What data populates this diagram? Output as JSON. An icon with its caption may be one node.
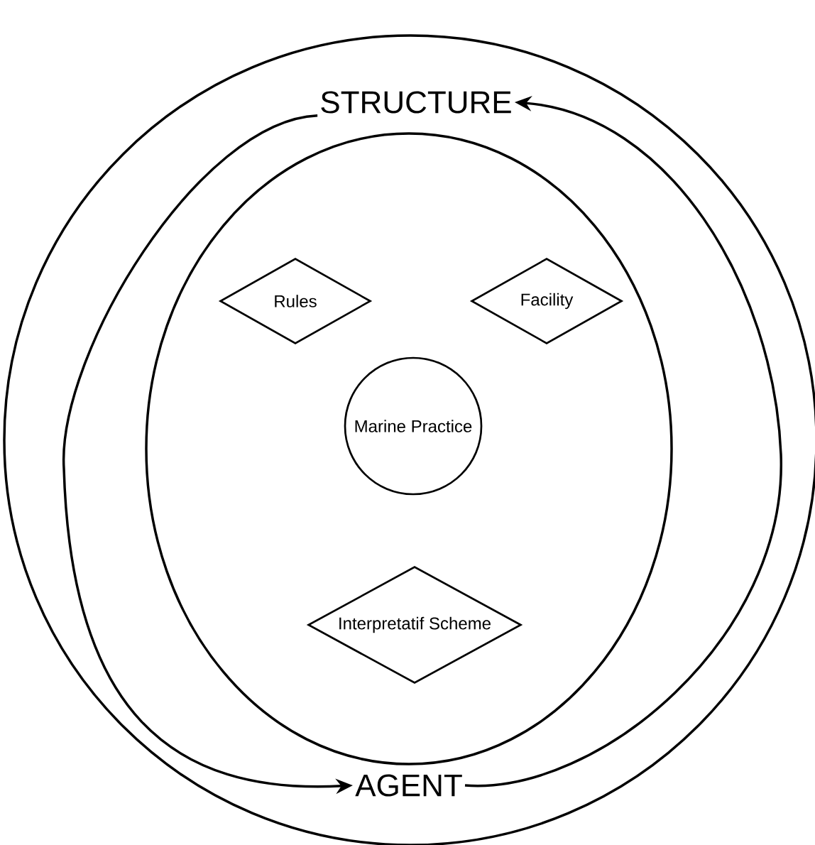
{
  "diagram": {
    "nodes": [
      {
        "text": [],
        "shape": "circle"
      },
      {
        "text": [
          "STRUCTURE"
        ],
        "in": 0
      },
      {
        "text": [],
        "shape": "circle",
        "in": 0
      },
      {
        "text": [
          "Rules"
        ],
        "in": 2
      },
      {
        "text": [
          "Facility"
        ],
        "in": 2
      },
      {
        "text": [
          "Marine Practice"
        ],
        "in": 2
      },
      {
        "text": [
          "Interpretatif Scheme"
        ],
        "in": 2
      },
      {
        "text": [
          "AGENT"
        ],
        "in": 0
      }
    ],
    "edges": [
      {
        "from": 1,
        "to": 7,
        "arrow": "to"
      },
      {
        "from": 7,
        "to": 1,
        "arrow": "to"
      }
    ]
  }
}
